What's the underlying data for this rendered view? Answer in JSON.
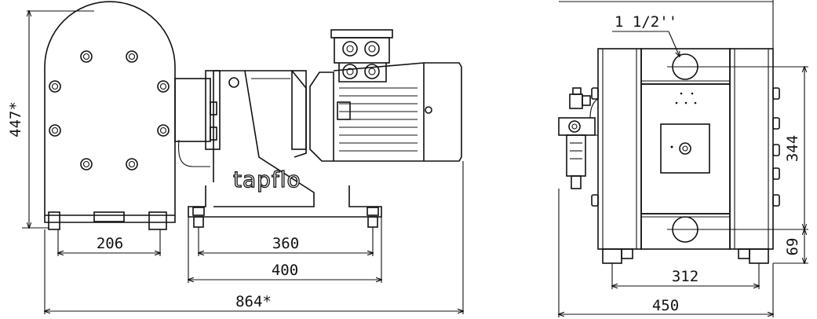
{
  "drawing": {
    "brand": "tapflo",
    "side_view": {
      "dimensions": {
        "height_total": "447*",
        "foot_spacing": "206",
        "base_hole_spacing": "360",
        "base_length": "400",
        "overall_length": "864*"
      }
    },
    "front_view": {
      "dimensions": {
        "port_size": "1 1/2''",
        "port_spacing": "344",
        "outlet_height": "69",
        "foot_spacing": "312",
        "overall_width": "450"
      }
    }
  }
}
